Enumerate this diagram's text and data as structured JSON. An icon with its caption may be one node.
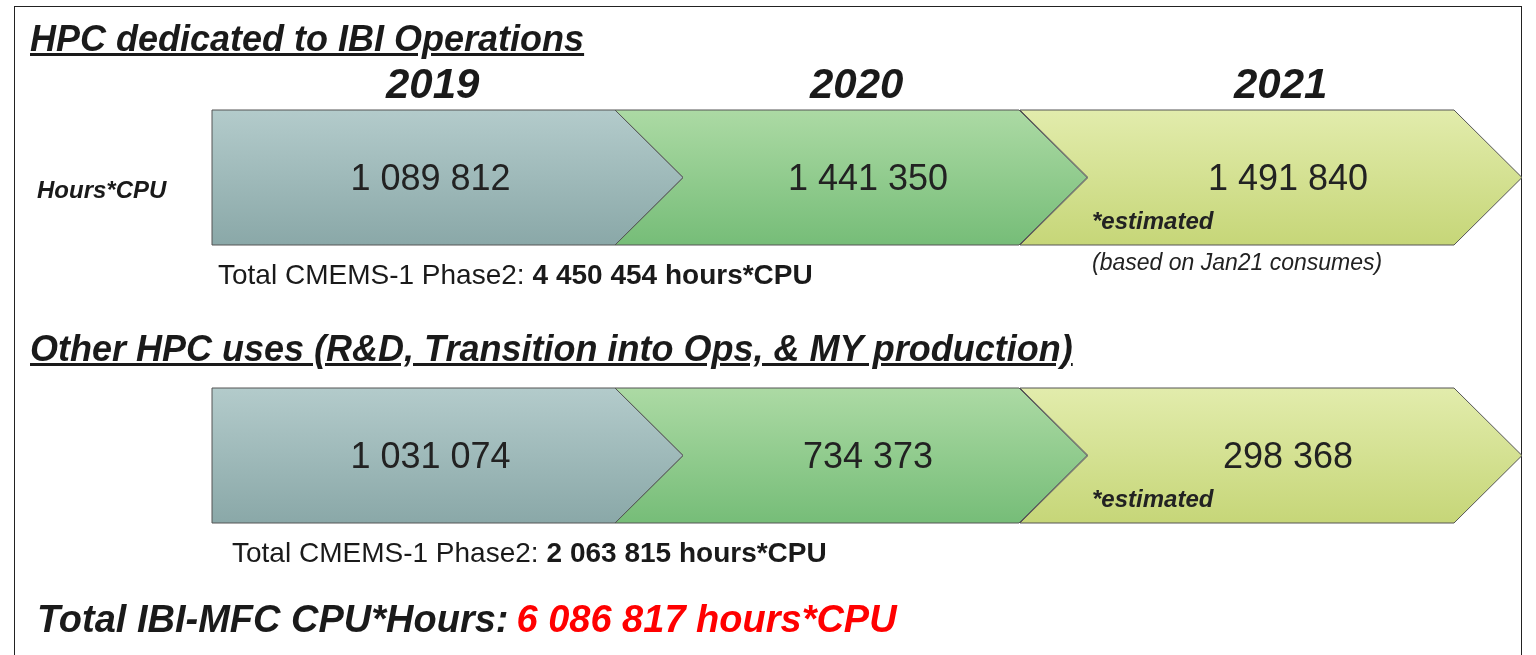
{
  "diagram": {
    "nodes": [
      {
        "text": [
          "1 089 812"
        ]
      },
      {
        "text": [
          "1 441 350"
        ]
      },
      {
        "text": [
          "1 491 840",
          "*estimated"
        ],
        "beside": [
          "(based on Jan21 consumes)"
        ]
      },
      {
        "text": [
          "1 031 074"
        ]
      },
      {
        "text": [
          "734 373"
        ]
      },
      {
        "text": [
          "298 368",
          "*estimated"
        ]
      }
    ],
    "labels": [
      "HPC dedicated to IBI Operations",
      "2019",
      "2020",
      "2021",
      "Hours*CPU",
      "Total CMEMS-1 Phase2:",
      "4 450 454 hours*CPU",
      "Other HPC uses (R&D, Transition into Ops, & MY production)",
      "Total CMEMS-1 Phase2:",
      "2 063 815 hours*CPU",
      "Total IBI-MFC CPU*Hours:",
      "6 086 817 hours*CPU"
    ]
  }
}
